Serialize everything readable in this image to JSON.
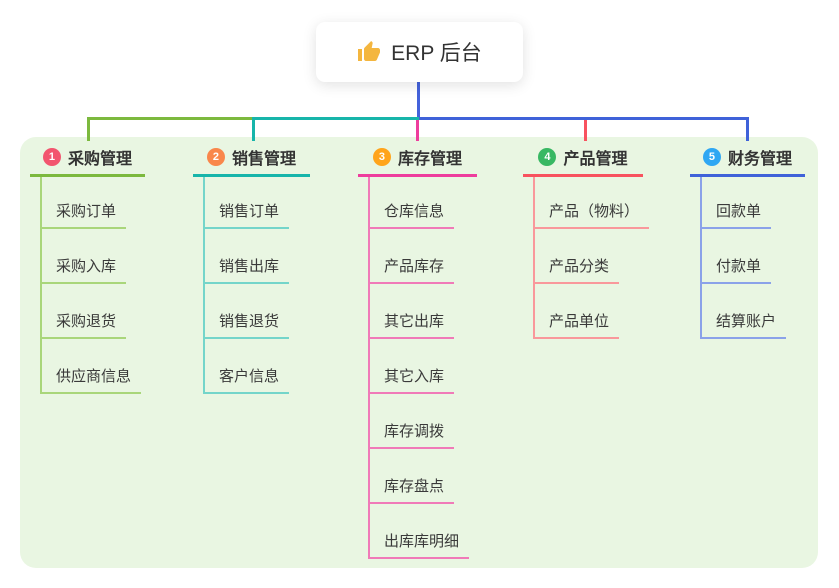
{
  "root": {
    "label": "ERP 后台",
    "icon": "thumbs-up-icon",
    "icon_color": "#f4b63f"
  },
  "branches": [
    {
      "index": "1",
      "title": "采购管理",
      "badge_color": "#f2556f",
      "line_color": "#7cb93e",
      "child_line_color": "#a9d67a",
      "items": [
        "采购订单",
        "采购入库",
        "采购退货",
        "供应商信息"
      ]
    },
    {
      "index": "2",
      "title": "销售管理",
      "badge_color": "#f9874b",
      "line_color": "#17b5aa",
      "child_line_color": "#74d5ca",
      "items": [
        "销售订单",
        "销售出库",
        "销售退货",
        "客户信息"
      ]
    },
    {
      "index": "3",
      "title": "库存管理",
      "badge_color": "#ffa41b",
      "line_color": "#ee3d9d",
      "child_line_color": "#f07ab8",
      "items": [
        "仓库信息",
        "产品库存",
        "其它出库",
        "其它入库",
        "库存调拨",
        "库存盘点",
        "出库库明细"
      ]
    },
    {
      "index": "4",
      "title": "产品管理",
      "badge_color": "#38b863",
      "line_color": "#f8525f",
      "child_line_color": "#f9989b",
      "items": [
        "产品（物料）",
        "产品分类",
        "产品单位"
      ]
    },
    {
      "index": "5",
      "title": "财务管理",
      "badge_color": "#2fa7f3",
      "line_color": "#3f62d9",
      "child_line_color": "#8ba2e9",
      "items": [
        "回款单",
        "付款单",
        "结算账户"
      ]
    }
  ],
  "colors": {
    "container_bg": "#e9f6e2",
    "root_line": "#4462db",
    "text_dark": "#333333",
    "text_child": "#3a3a3a"
  }
}
